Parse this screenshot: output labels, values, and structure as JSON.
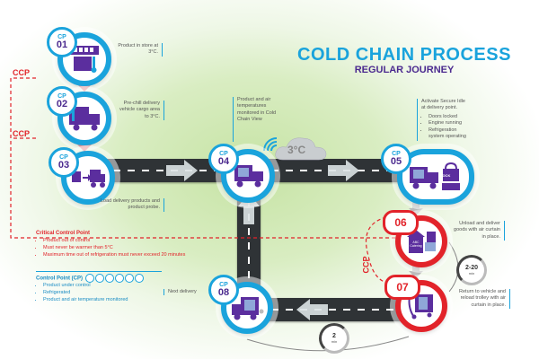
{
  "title": {
    "line1": "COLD CHAIN PROCESS",
    "line2": "REGULAR JOURNEY"
  },
  "colors": {
    "cp_blue": "#1aa3dc",
    "ccp_red": "#e2232a",
    "truck_purple": "#4b2a8f",
    "road": "#2f3336"
  },
  "steps": [
    {
      "cp_label": "CP",
      "number": "01",
      "type": "control-point",
      "icon": "store-thermometer-icon",
      "description": "Product in store at 3°C."
    },
    {
      "cp_label": "CP",
      "number": "02",
      "type": "critical-control-point",
      "icon": "prechill-truck-icon",
      "description": "Pre-chill delivery vehicle cargo area to 3°C."
    },
    {
      "cp_label": "CP",
      "number": "03",
      "type": "critical-control-point",
      "icon": "loading-trolley-truck-icon",
      "description": "Load delivery products and product probe."
    },
    {
      "cp_label": "CP",
      "number": "04",
      "type": "control-point",
      "icon": "truck-signal-icon",
      "description": "Product and air temperatures monitored in Cold Chain View"
    },
    {
      "cp_label": "CP",
      "number": "05",
      "type": "control-point",
      "icon": "truck-lock-icon",
      "description": "Activate Secure Idle at delivery point.",
      "bullets": [
        "Doors locked",
        "Engine running",
        "Refrigeration system operating"
      ],
      "lock_text": "LOCK"
    },
    {
      "number": "06",
      "type": "critical-control-point",
      "icon": "store-unload-icon",
      "description": "Unload and deliver goods with air curtain in place.",
      "store_text": "ABC Catering"
    },
    {
      "number": "07",
      "type": "critical-control-point",
      "icon": "trolley-return-icon",
      "description": "Return to vehicle and reload trolley with air curtain in place."
    },
    {
      "cp_label": "CP",
      "number": "08",
      "type": "control-point",
      "icon": "truck-depart-icon",
      "description": "Next delivery"
    }
  ],
  "cloud": {
    "temperature": "3°C"
  },
  "ccp_labels": [
    "CCP",
    "CCP",
    "CCP"
  ],
  "timers": [
    {
      "value": "2-20",
      "unit": "min"
    },
    {
      "value": "2",
      "unit": "min"
    }
  ],
  "legend": {
    "critical": {
      "title": "Critical Control Point",
      "items": [
        "Product out of control",
        "Must never be warmer than 5°C",
        "Maximum time out of refrigeration must never exceed 20 minutes"
      ]
    },
    "control": {
      "title": "Control Point (CP)",
      "badges": [
        "01",
        "02",
        "03",
        "04",
        "05",
        "08"
      ],
      "items": [
        "Product under control",
        "Refrigerated",
        "Product and air temperature monitored"
      ]
    }
  }
}
